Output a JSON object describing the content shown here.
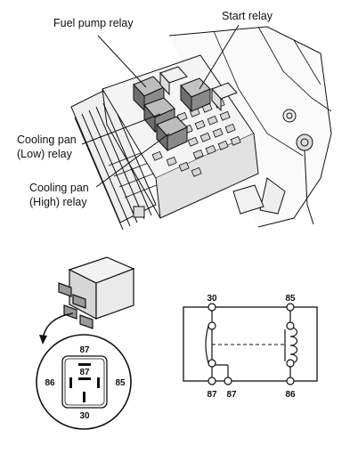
{
  "callouts": {
    "fuel_pump_relay": "Fuel pump relay",
    "start_relay": "Start relay",
    "cooling_low_line1": "Cooling pan",
    "cooling_low_line2": "(Low) relay",
    "cooling_high_line1": "Cooling pan",
    "cooling_high_line2": "(High) relay"
  },
  "socket_pins": {
    "top": "87",
    "center": "87",
    "left": "86",
    "right": "85",
    "bottom": "30"
  },
  "schematic_pins": {
    "top_left": "30",
    "top_right": "85",
    "bottom_left": "87",
    "bottom_middle": "87",
    "bottom_right": "86"
  },
  "colors": {
    "line": "#111111",
    "fill_light": "#f4f4f4",
    "fill_mid": "#d8d8d8",
    "fill_dark": "#9a9a9a"
  }
}
